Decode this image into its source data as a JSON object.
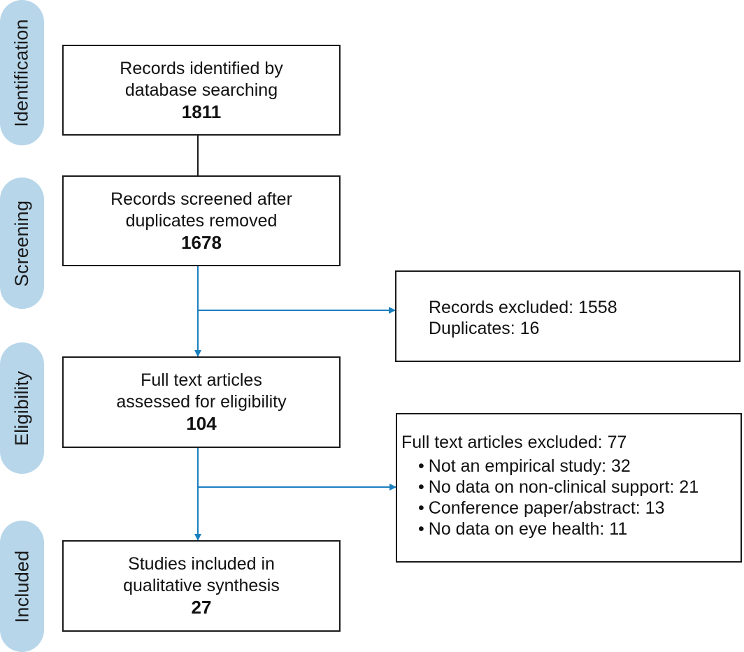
{
  "colors": {
    "stage_fill": "#b7d6ea",
    "arrow": "#1a7fbf",
    "connector": "#1a1a1a",
    "box_border": "#1a1a1a"
  },
  "stages": [
    {
      "label": "Identification"
    },
    {
      "label": "Screening"
    },
    {
      "label": "Eligibility"
    },
    {
      "label": "Included"
    }
  ],
  "boxes": {
    "identified": {
      "line1": "Records identified by",
      "line2": "database searching",
      "count": "1811"
    },
    "screened": {
      "line1": "Records screened after",
      "line2": "duplicates removed",
      "count": "1678"
    },
    "assessed": {
      "line1": "Full text articles",
      "line2": "assessed for eligibility",
      "count": "104"
    },
    "included": {
      "line1": "Studies included in",
      "line2": "qualitative synthesis",
      "count": "27"
    }
  },
  "exclusions": {
    "records": {
      "line1": "Records excluded: 1558",
      "line2": "Duplicates: 16"
    },
    "fulltext": {
      "title": "Full text articles excluded: 77",
      "reasons": [
        "Not an empirical study: 32",
        "No data on non-clinical support: 21",
        "Conference paper/abstract: 13",
        "No data on eye health: 11"
      ]
    }
  }
}
